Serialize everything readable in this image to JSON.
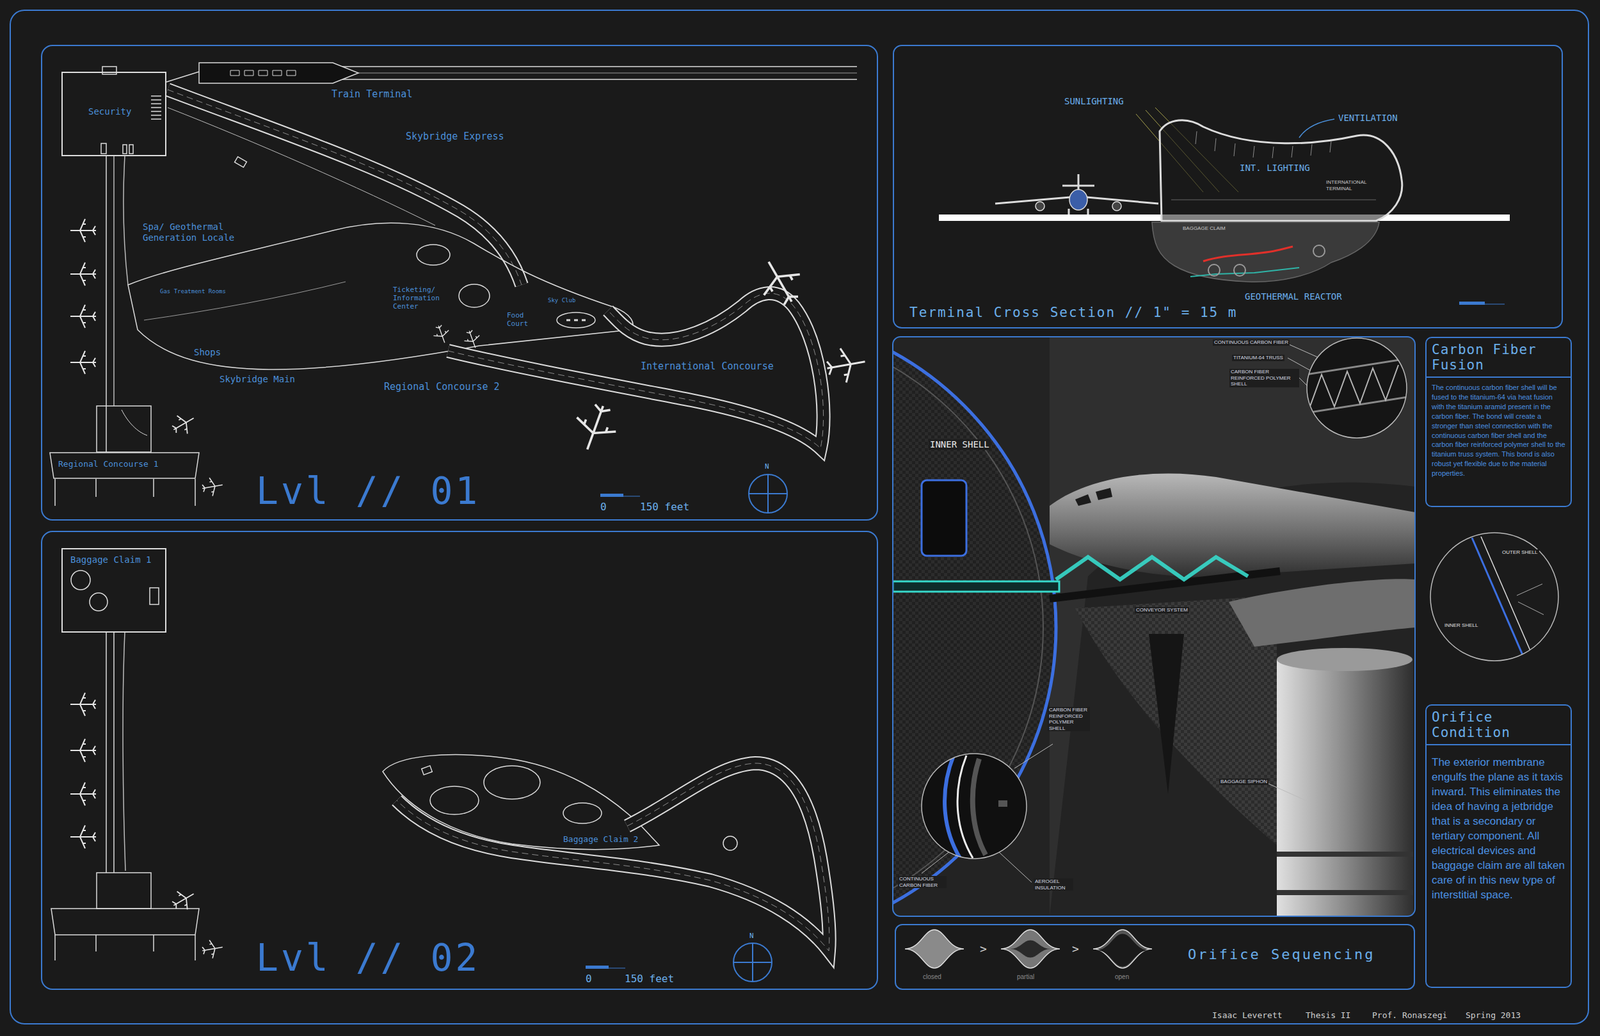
{
  "diagram": {
    "nodes": [
      {
        "text": [
          "Lvl // 01"
        ]
      },
      {
        "text": [
          "Security"
        ],
        "in": 0
      },
      {
        "text": [
          "Regional Concourse 1"
        ],
        "in": 0
      },
      {
        "text": [
          "Lvl // 02"
        ]
      },
      {
        "text": [
          "Baggage Claim 1"
        ],
        "in": 3
      },
      {
        "text": [
          "Terminal Cross Section // 1\" = 15 m"
        ]
      },
      {
        "text": [
          "Carbon Fiber Fusion",
          "The continuous carbon fiber shell will be fused to the titanium-64 via heat fusion with the titanium aramid present in the carbon fiber. The bond will create a stronger than steel connection with the continuous carbon fiber shell and the carbon fiber reinforced polymer shell to the titanium truss system. This bond is also robust yet flexible due to the material properties."
        ]
      },
      {
        "text": [
          "Orifice Condition",
          "The exterior membrane engulfs the plane as it taxis inward. This eliminates the idea of having a jetbridge that is a secondary or tertiary component. All electrical devices and baggage claim are all taken care of in this new type of interstitial space."
        ]
      },
      {
        "text": [
          "Orifice Sequencing"
        ]
      }
    ],
    "edges": [
      {
        "from": 1,
        "to": 2,
        "arrow": "none"
      }
    ],
    "labels": [
      "Train Terminal",
      "Skybridge Express",
      "Spa/ Geothermal Generation Locale",
      "Gas Treatment Rooms",
      "Shops",
      "Skybridge Main",
      "Ticketing/ Information Center",
      "Sky Club",
      "Food Court",
      "Regional Concourse 2",
      "International Concourse",
      "0",
      "150 feet",
      "N",
      "Baggage Claim 2",
      "0",
      "150 feet",
      "N",
      "SUNLIGHTING",
      "VENTILATION",
      "INT. LIGHTING",
      "INTERNATIONAL TERMINAL",
      "BAGGAGE CLAIM",
      "GEOTHERMAL REACTOR",
      "INNER SHELL",
      "CONTINUOUS CARBON FIBER",
      "TITANIUM-64 TRUSS",
      "CARBON FIBER REINFORCED POLYMER SHELL",
      "CONVEYOR SYSTEM",
      "CARBON FIBER REINFORCED POLYMER SHELL",
      "BAGGAGE SIPHON",
      "CONTINUOUS CARBON FIBER",
      "AEROGEL INSULATION",
      "OUTER SHELL",
      "INNER SHELL",
      "closed",
      ">",
      "partial",
      ">",
      "open",
      "Isaac Leverett",
      "Thesis II",
      "Prof. Ronaszegi",
      "Spring 2013"
    ]
  }
}
